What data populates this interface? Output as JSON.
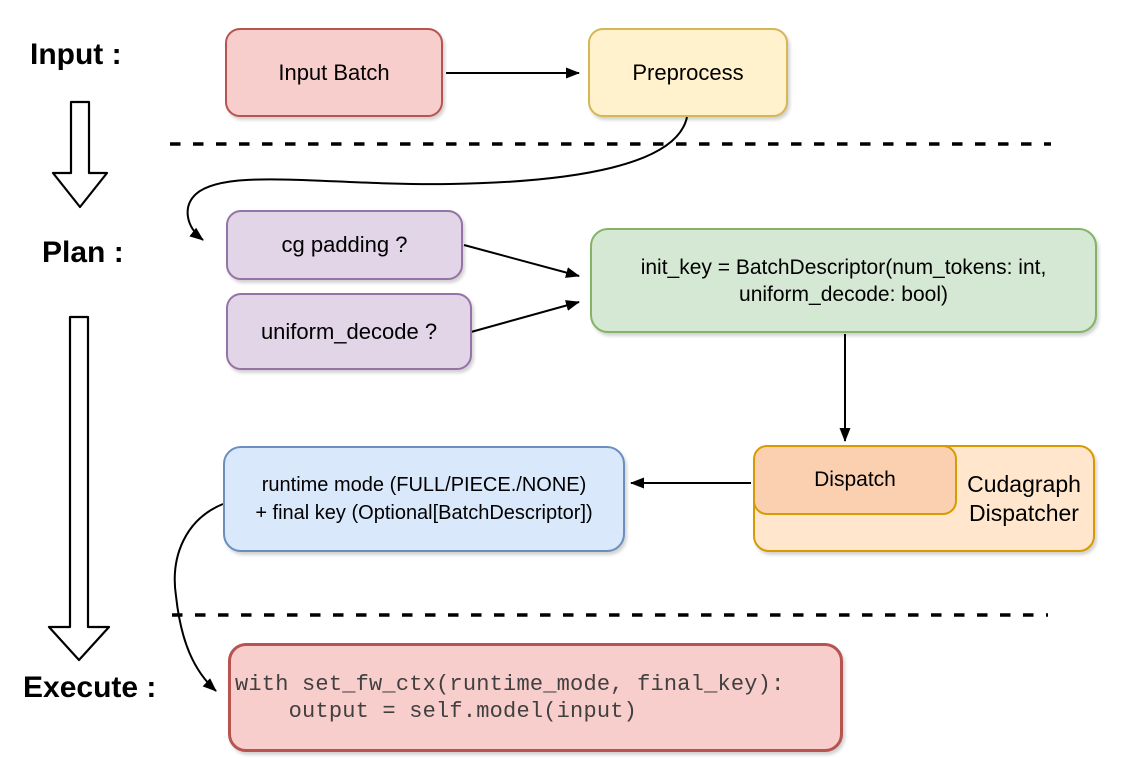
{
  "diagram": {
    "sections": {
      "input": {
        "label": "Input :"
      },
      "plan": {
        "label": "Plan :"
      },
      "execute": {
        "label": "Execute :"
      }
    },
    "nodes": {
      "input_batch": {
        "label": "Input Batch",
        "fill": "#F8CECC",
        "stroke": "#B85450"
      },
      "preprocess": {
        "label": "Preprocess",
        "fill": "#FFF2CC",
        "stroke": "#D6B656"
      },
      "cg_padding": {
        "label": "cg padding ?",
        "fill": "#E1D5E7",
        "stroke": "#9673A6"
      },
      "uniform_decode": {
        "label": "uniform_decode ?",
        "fill": "#E1D5E7",
        "stroke": "#9673A6"
      },
      "init_key": {
        "line1": "init_key = BatchDescriptor(num_tokens: int,",
        "line2": "uniform_decode: bool)",
        "fill": "#D5E8D4",
        "stroke": "#82B366"
      },
      "runtime_mode": {
        "line1": "runtime mode (FULL/PIECE./NONE)",
        "line2": "+ final key (Optional[BatchDescriptor])",
        "fill": "#DAE8FC",
        "stroke": "#6C8EBF"
      },
      "dispatch": {
        "label": "Dispatch",
        "fill": "#FAD0B0",
        "stroke": "#D79B00"
      },
      "cudagraph_dispatcher": {
        "line1": "Cudagraph",
        "line2": "Dispatcher",
        "fill": "#FFE6CC",
        "stroke": "#D79B00"
      },
      "execute_code": {
        "line1": "with set_fw_ctx(runtime_mode, final_key):",
        "line2": "    output = self.model(input)",
        "fill": "#F8CECC",
        "stroke": "#B85450"
      }
    },
    "connector_color": "#000000"
  }
}
